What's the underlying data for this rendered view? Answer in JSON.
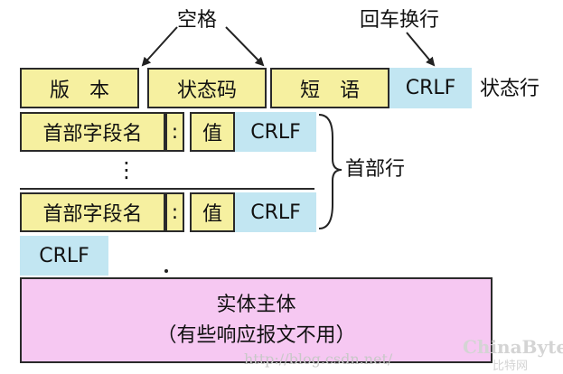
{
  "labels": {
    "space": "空格",
    "crlf_annot": "回车换行",
    "status_line": "状态行",
    "header_lines": "首部行"
  },
  "status_row": {
    "version": "版　本",
    "status_code": "状态码",
    "phrase": "短　语",
    "crlf": "CRLF"
  },
  "header_row": {
    "field_name": "首部字段名",
    "colon": ":",
    "value": "值",
    "crlf": "CRLF"
  },
  "ellipsis": "⋮",
  "blank_crlf": "CRLF",
  "entity_body": {
    "title": "实体主体",
    "subtitle": "（有些响应报文不用）"
  },
  "watermark": {
    "url": "http://blog.csdn.net/",
    "brand": "ChinaByte",
    "brand_sub": "比特网"
  },
  "colors": {
    "field_fill": "#f6f0a0",
    "crlf_fill": "#c2e6f2",
    "body_fill": "#f6c8f2"
  }
}
